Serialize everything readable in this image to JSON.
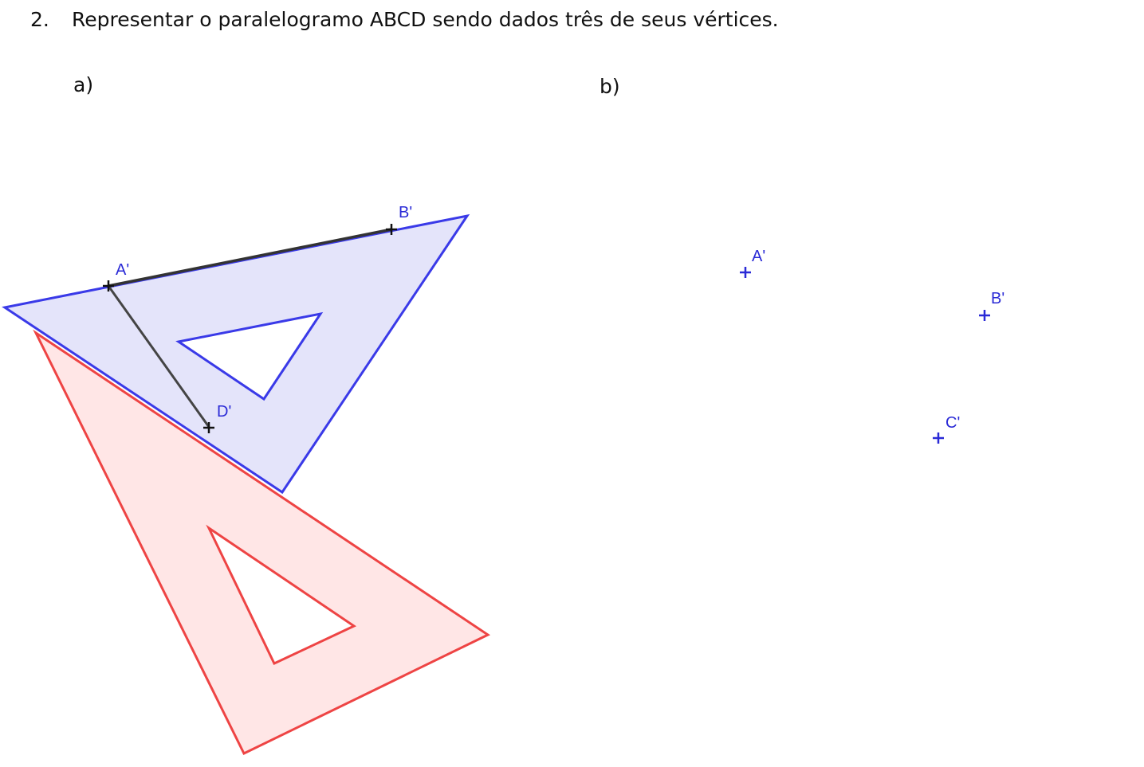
{
  "question": {
    "number": "2.",
    "text": "Representar o paralelogramo ABCD sendo dados três de seus vértices."
  },
  "part_a": {
    "label": "a)",
    "points": {
      "A": "A'",
      "B": "B'",
      "D": "D'"
    },
    "set_square_blue_color": "#3a3ae8",
    "set_square_red_color": "#ee4444"
  },
  "part_b": {
    "label": "b)",
    "points": {
      "A": "A'",
      "B": "B'",
      "C": "C'"
    },
    "point_color": "#2a2ad6"
  }
}
